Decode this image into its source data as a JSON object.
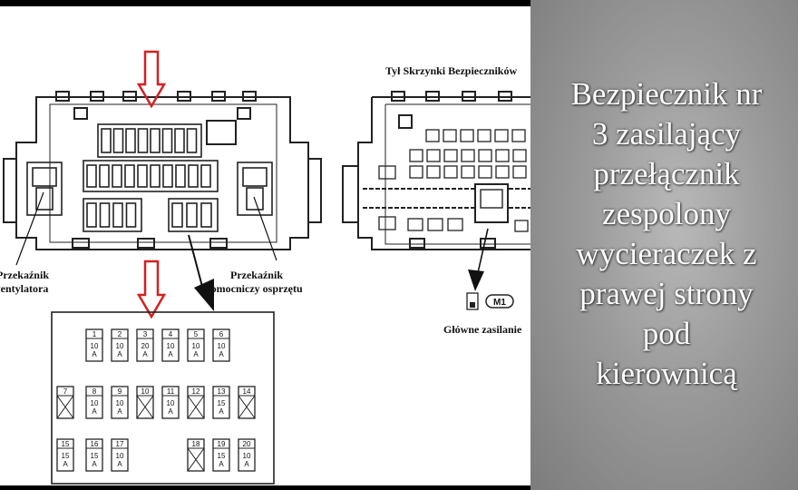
{
  "diagram": {
    "rear_title": "Tył Skrzynki Bezpieczników",
    "labels": {
      "fan_relay_line1": "Przekaźnik",
      "fan_relay_line2": "wentylatora",
      "aux_relay_line1": "Przekaźnik",
      "aux_relay_line2": "pomocniczy osprzętu",
      "main_power": "Główne zasilanie",
      "m1": "M1"
    },
    "fuses": [
      {
        "n": "1",
        "a": "10",
        "u": "A"
      },
      {
        "n": "2",
        "a": "10",
        "u": "A"
      },
      {
        "n": "3",
        "a": "20",
        "u": "A"
      },
      {
        "n": "4",
        "a": "10",
        "u": "A"
      },
      {
        "n": "5",
        "a": "10",
        "u": "A"
      },
      {
        "n": "6",
        "a": "10",
        "u": "A"
      },
      {
        "n": "7",
        "empty": true
      },
      {
        "n": "8",
        "a": "10",
        "u": "A"
      },
      {
        "n": "9",
        "a": "10",
        "u": "A"
      },
      {
        "n": "10",
        "empty": true
      },
      {
        "n": "11",
        "a": "10",
        "u": "A"
      },
      {
        "n": "12",
        "empty": true
      },
      {
        "n": "13",
        "a": "15",
        "u": "A"
      },
      {
        "n": "14",
        "empty": true
      },
      {
        "n": "15",
        "a": "15",
        "u": "A"
      },
      {
        "n": "16",
        "a": "15",
        "u": "A"
      },
      {
        "n": "17",
        "a": "10",
        "u": "A"
      },
      {
        "n": "18",
        "empty": true
      },
      {
        "n": "19",
        "a": "15",
        "u": "A"
      },
      {
        "n": "20",
        "a": "10",
        "u": "A"
      }
    ]
  },
  "caption": {
    "lines": [
      "Bezpiecznik nr",
      "3 zasilający",
      "przełącznik",
      "zespolony",
      "wycieraczek z",
      "prawej strony",
      "pod",
      "kierownicą"
    ]
  },
  "colors": {
    "arrow": "#d42020",
    "panel": "#9a9a9a",
    "caption_text": "#ffffff"
  }
}
